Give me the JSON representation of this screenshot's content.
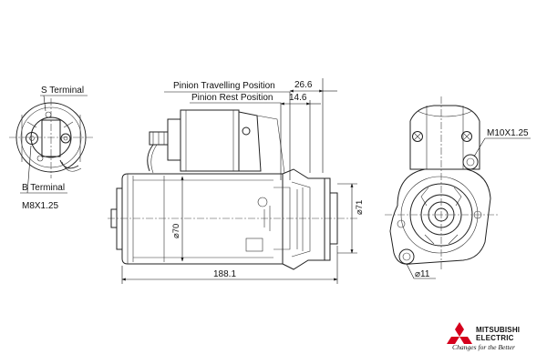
{
  "labels": {
    "s_terminal": "S Terminal",
    "b_terminal": "B Terminal",
    "b_terminal_thread": "M8X1.25",
    "mount_thread": "M10X1.25",
    "pinion_travelling": "Pinion Travelling Position",
    "pinion_rest": "Pinion Rest Position"
  },
  "dimensions": {
    "pinion_travel": "26.6",
    "pinion_rest": "14.6",
    "overall_length": "188.1",
    "body_diameter": "⌀70",
    "flange_diameter": "⌀71",
    "hole_diameter": "⌀11"
  },
  "logo": {
    "name_line1": "MITSUBISHI",
    "name_line2": "ELECTRIC",
    "tagline": "Changes for the Better",
    "color": "#d5001c"
  }
}
